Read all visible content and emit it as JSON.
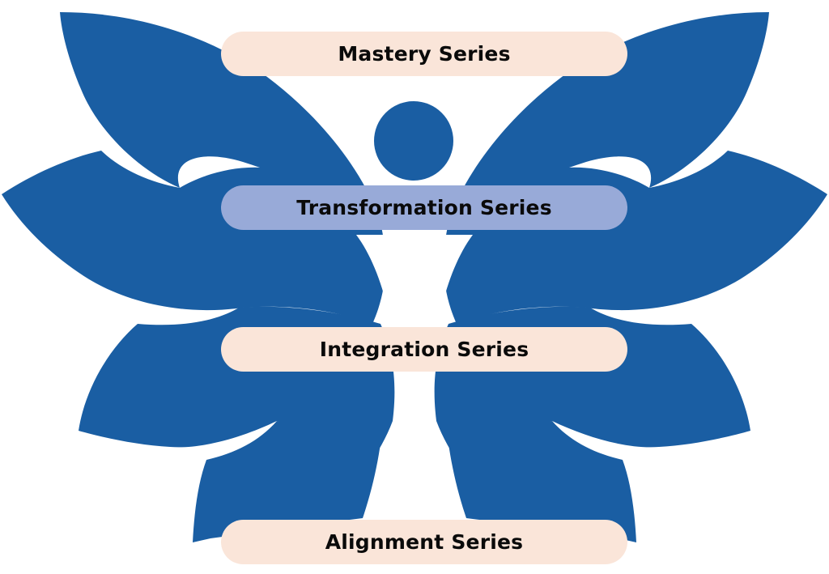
{
  "diagram": {
    "type": "butterfly-figure-series-stack",
    "gradient": {
      "top": "#e8ebe4",
      "middle": "#8fb0c8",
      "bottom": "#1a5ea3"
    },
    "series": [
      {
        "label": "Mastery Series",
        "color": "#fae5d9"
      },
      {
        "label": "Transformation Series",
        "color": "#98aad8"
      },
      {
        "label": "Integration Series",
        "color": "#fae5d9"
      },
      {
        "label": "Alignment Series",
        "color": "#fae5d9"
      }
    ]
  }
}
